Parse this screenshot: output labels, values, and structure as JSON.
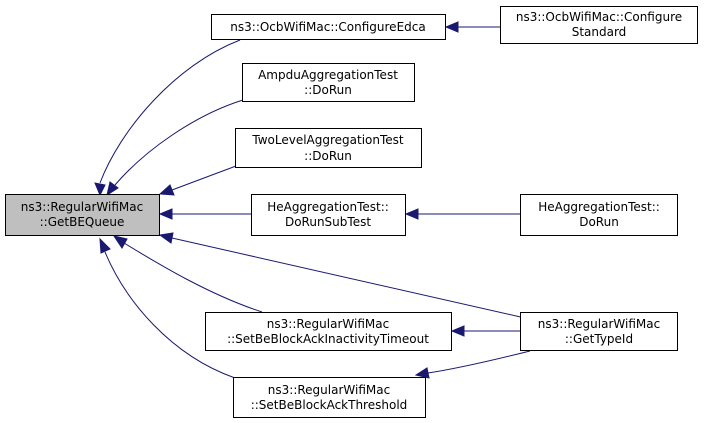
{
  "nodes": [
    {
      "id": "getbequeue",
      "lines": [
        "ns3::RegularWifiMac",
        "::GetBEQueue"
      ],
      "focus": true
    },
    {
      "id": "configureedca",
      "lines": [
        "ns3::OcbWifiMac::ConfigureEdca"
      ]
    },
    {
      "id": "configurestandard",
      "lines": [
        "ns3::OcbWifiMac::Configure",
        "Standard"
      ]
    },
    {
      "id": "ampdu-dorun",
      "lines": [
        "AmpduAggregationTest",
        "::DoRun"
      ]
    },
    {
      "id": "twolevel-dorun",
      "lines": [
        "TwoLevelAggregationTest",
        "::DoRun"
      ]
    },
    {
      "id": "he-dorunsubtest",
      "lines": [
        "HeAggregationTest::",
        "DoRunSubTest"
      ]
    },
    {
      "id": "he-dorun",
      "lines": [
        "HeAggregationTest::",
        "DoRun"
      ]
    },
    {
      "id": "setbeinactivity",
      "lines": [
        "ns3::RegularWifiMac",
        "::SetBeBlockAckInactivityTimeout"
      ]
    },
    {
      "id": "gettypeid",
      "lines": [
        "ns3::RegularWifiMac",
        "::GetTypeId"
      ]
    },
    {
      "id": "setbethreshold",
      "lines": [
        "ns3::RegularWifiMac",
        "::SetBeBlockAckThreshold"
      ]
    }
  ],
  "edges": [
    {
      "from": "configureedca",
      "to": "getbequeue"
    },
    {
      "from": "configurestandard",
      "to": "configureedca"
    },
    {
      "from": "ampdu-dorun",
      "to": "getbequeue"
    },
    {
      "from": "twolevel-dorun",
      "to": "getbequeue"
    },
    {
      "from": "he-dorunsubtest",
      "to": "getbequeue"
    },
    {
      "from": "he-dorun",
      "to": "he-dorunsubtest"
    },
    {
      "from": "gettypeid",
      "to": "getbequeue"
    },
    {
      "from": "setbeinactivity",
      "to": "getbequeue"
    },
    {
      "from": "gettypeid",
      "to": "setbeinactivity"
    },
    {
      "from": "setbethreshold",
      "to": "getbequeue"
    },
    {
      "from": "gettypeid",
      "to": "setbethreshold"
    }
  ],
  "colors": {
    "edge": "#191970",
    "focus_fill": "#bfbfbf"
  }
}
